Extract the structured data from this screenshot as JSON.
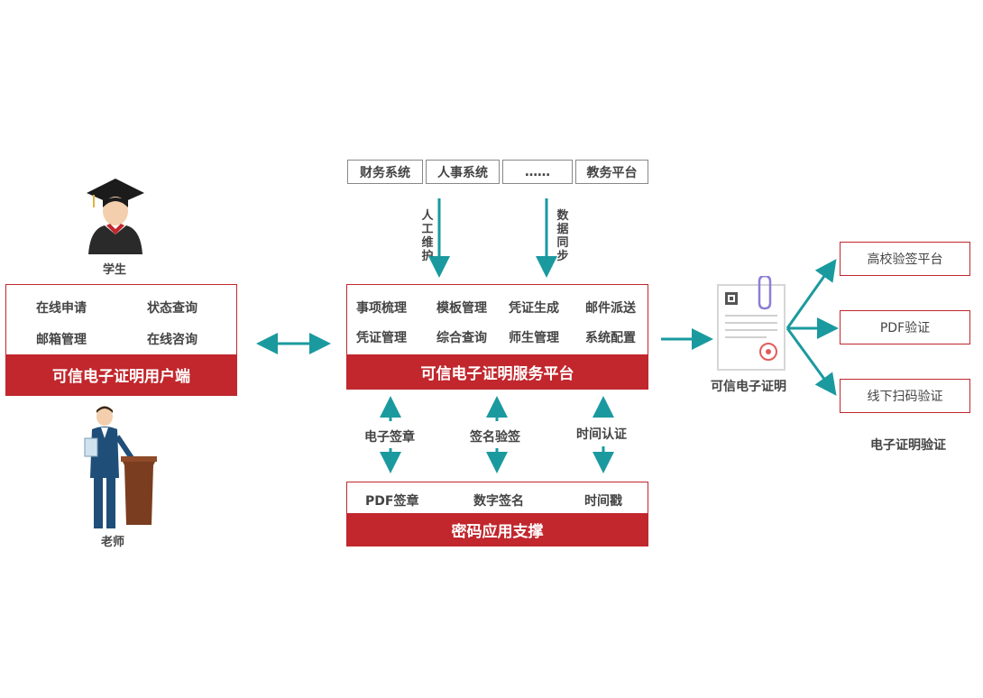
{
  "colors": {
    "accent": "#c1272d",
    "arrow": "#1a9a9f"
  },
  "sources": [
    "财务系统",
    "人事系统",
    "……",
    "教务平台"
  ],
  "left_labels": {
    "top": "人工维护",
    "right": "数据同步"
  },
  "user_client": {
    "items": [
      "在线申请",
      "状态查询",
      "邮箱管理",
      "在线咨询"
    ],
    "title": "可信电子证明用户端"
  },
  "actors": {
    "student": "学生",
    "teacher": "老师"
  },
  "platform": {
    "items": [
      "事项梳理",
      "模板管理",
      "凭证生成",
      "邮件派送",
      "凭证管理",
      "综合查询",
      "师生管理",
      "系统配置"
    ],
    "title": "可信电子证明服务平台"
  },
  "crypto_links": [
    "电子签章",
    "签名验签",
    "时间认证"
  ],
  "crypto": {
    "items": [
      "PDF签章",
      "数字签名",
      "时间戳"
    ],
    "title": "密码应用支撑"
  },
  "certificate": {
    "label": "可信电子证明",
    "icons": [
      "qr-code-icon",
      "paperclip-icon",
      "seal-icon"
    ]
  },
  "verification": {
    "items": [
      "高校验签平台",
      "PDF验证",
      "线下扫码验证"
    ],
    "title": "电子证明验证"
  }
}
